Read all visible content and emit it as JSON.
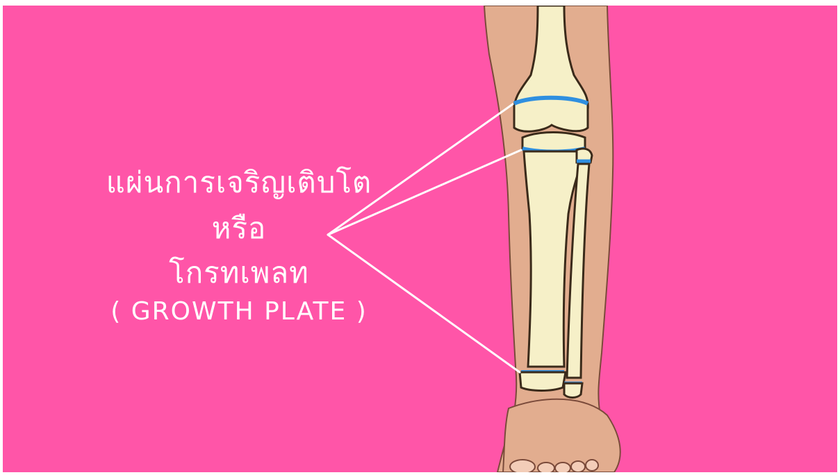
{
  "caption": {
    "thai_line_1": "แผ่นการเจริญเติบโต",
    "thai_line_2": "หรือ",
    "thai_line_3": "โกรทเพลท",
    "english_line": "( GROWTH PLATE )"
  },
  "colors": {
    "background": "#ff55a8",
    "skin": "#e2ad8f",
    "bone": "#f6f0c8",
    "growth_plate": "#2f8fe0",
    "pointer_lines": "#ffffff"
  }
}
